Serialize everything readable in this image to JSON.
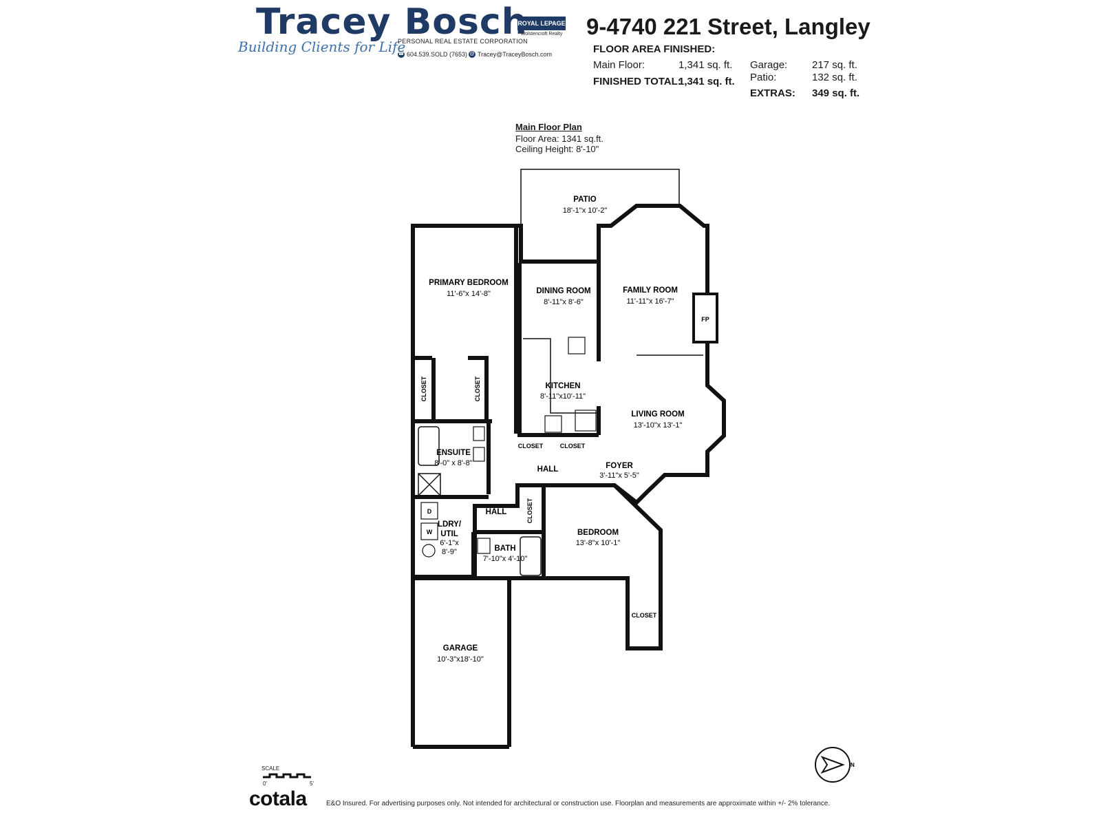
{
  "header": {
    "brand_name": "Tracey Bosch",
    "tagline": "Building Clients for Life",
    "corporation": "PERSONAL REAL ESTATE CORPORATION",
    "brokerage_logo": "ROYAL LEPAGE",
    "brokerage_sub": "Wolstencroft Realty",
    "phone": "604.539.SOLD (7653)",
    "email": "Tracey@TraceyBosch.com",
    "address": "9-4740 221 Street, Langley"
  },
  "floor_area": {
    "title": "FLOOR AREA FINISHED:",
    "main_floor_label": "Main Floor:",
    "main_floor_value": "1,341 sq. ft.",
    "finished_total_label": "FINISHED TOTAL:",
    "finished_total_value": "1,341 sq. ft.",
    "garage_label": "Garage:",
    "garage_value": "217 sq. ft.",
    "patio_label": "Patio:",
    "patio_value": "132 sq. ft.",
    "extras_label": "EXTRAS:",
    "extras_value": "349 sq. ft."
  },
  "plan": {
    "title": "Main Floor Plan",
    "floor_area": "Floor Area: 1341 sq.ft.",
    "ceiling_height": "Ceiling Height: 8'-10\"",
    "rooms": {
      "patio": {
        "name": "PATIO",
        "dim": "18'-1\"x 10'-2\""
      },
      "primary_bedroom": {
        "name": "PRIMARY BEDROOM",
        "dim": "11'-6\"x 14'-8\""
      },
      "dining_room": {
        "name": "DINING ROOM",
        "dim": "8'-11\"x 8'-6\""
      },
      "family_room": {
        "name": "FAMILY ROOM",
        "dim": "11'-11\"x 16'-7\""
      },
      "kitchen": {
        "name": "KITCHEN",
        "dim": "8'-11\"x10'-11\""
      },
      "living_room": {
        "name": "LIVING ROOM",
        "dim": "13'-10\"x 13'-1\""
      },
      "ensuite": {
        "name": "ENSUITE",
        "dim": "8'-0\" x 8'-8\""
      },
      "foyer": {
        "name": "FOYER",
        "dim": "3'-11\"x 5'-5\""
      },
      "bedroom": {
        "name": "BEDROOM",
        "dim": "13'-8\"x 10'-1\""
      },
      "laundry": {
        "name1": "LDRY/",
        "name2": "UTIL",
        "dim1": "6'-1\"x",
        "dim2": "8'-9\""
      },
      "bath": {
        "name": "BATH",
        "dim": "7'-10\"x 4'-10\""
      },
      "garage": {
        "name": "GARAGE",
        "dim": "10'-3\"x18'-10\""
      }
    },
    "labels": {
      "closet": "CLOSET",
      "hall": "HALL",
      "fireplace": "FP",
      "dryer": "D",
      "washer": "W"
    }
  },
  "footer": {
    "scale_label": "SCALE",
    "scale_start": "0'",
    "scale_end": "5'",
    "logo": "cotala",
    "disclaimer": "E&O Insured. For advertising purposes only. Not intended for architectural or construction use. Floorplan and measurements are approximate within +/- 2% tolerance.",
    "compass_label": "N"
  }
}
